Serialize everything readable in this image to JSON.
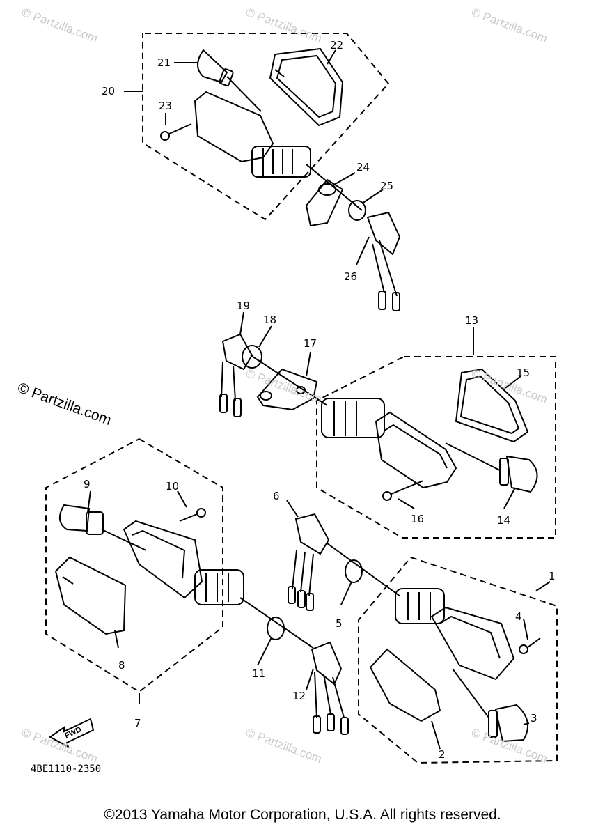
{
  "watermark": {
    "small": "© Partzilla.com",
    "large": "© Partzilla.com"
  },
  "callouts": [
    "1",
    "2",
    "3",
    "4",
    "5",
    "6",
    "7",
    "8",
    "9",
    "10",
    "11",
    "12",
    "13",
    "14",
    "15",
    "16",
    "17",
    "18",
    "19",
    "20",
    "21",
    "22",
    "23",
    "24",
    "25",
    "26"
  ],
  "diagram_code": "4BE1110-2350",
  "direction_label": "FWD",
  "copyright": "©2013 Yamaha Motor Corporation, U.S.A. All rights reserved."
}
